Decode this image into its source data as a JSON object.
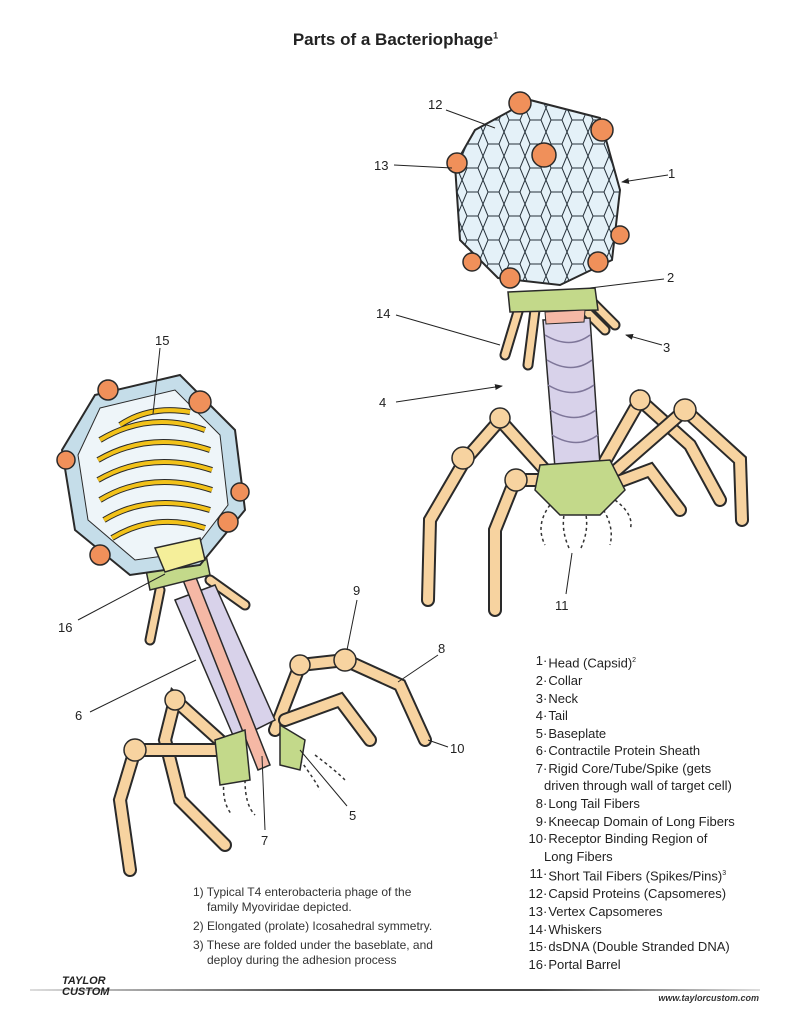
{
  "title": {
    "text": "Parts of a Bacteriophage",
    "sup": "1"
  },
  "callouts": [
    "1",
    "2",
    "3",
    "4",
    "5",
    "6",
    "7",
    "8",
    "9",
    "10",
    "11",
    "12",
    "13",
    "14",
    "15",
    "16"
  ],
  "legend": [
    {
      "n": "1",
      "label": "Head (Capsid)",
      "sup": "2"
    },
    {
      "n": "2",
      "label": "Collar"
    },
    {
      "n": "3",
      "label": "Neck"
    },
    {
      "n": "4",
      "label": "Tail"
    },
    {
      "n": "5",
      "label": "Baseplate"
    },
    {
      "n": "6",
      "label": "Contractile Protein Sheath"
    },
    {
      "n": "7",
      "label": "Rigid Core/Tube/Spike (gets",
      "cont": "driven through wall of target cell)"
    },
    {
      "n": "8",
      "label": "Long Tail Fibers"
    },
    {
      "n": "9",
      "label": "Kneecap Domain of Long Fibers"
    },
    {
      "n": "10",
      "label": "Receptor Binding Region of",
      "cont": "Long Fibers"
    },
    {
      "n": "11",
      "label": "Short Tail Fibers (Spikes/Pins)",
      "sup": "3"
    },
    {
      "n": "12",
      "label": "Capsid Proteins (Capsomeres)"
    },
    {
      "n": "13",
      "label": "Vertex Capsomeres"
    },
    {
      "n": "14",
      "label": "Whiskers"
    },
    {
      "n": "15",
      "label": "dsDNA (Double Stranded DNA)"
    },
    {
      "n": "16",
      "label": "Portal Barrel"
    }
  ],
  "notes": [
    {
      "a": "1) Typical T4 enterobacteria phage of the",
      "b": "family Myoviridae depicted."
    },
    {
      "a": "2) Elongated (prolate) Icosahedral symmetry."
    },
    {
      "a": "3) These are folded under the baseblate, and",
      "b": "deploy during the adhesion process"
    }
  ],
  "footer": {
    "logo_top": "TAYLOR",
    "logo_bottom": "CUSTOM",
    "url": "www.taylorcustom.com"
  },
  "colors": {
    "capsid": "#e4f1f8",
    "vertex": "#f0905a",
    "collar": "#c3d98a",
    "fiber": "#f7d3a0",
    "sheath": "#d8d2ea",
    "dna": "#f2c21a",
    "core": "#f5b8a5"
  }
}
